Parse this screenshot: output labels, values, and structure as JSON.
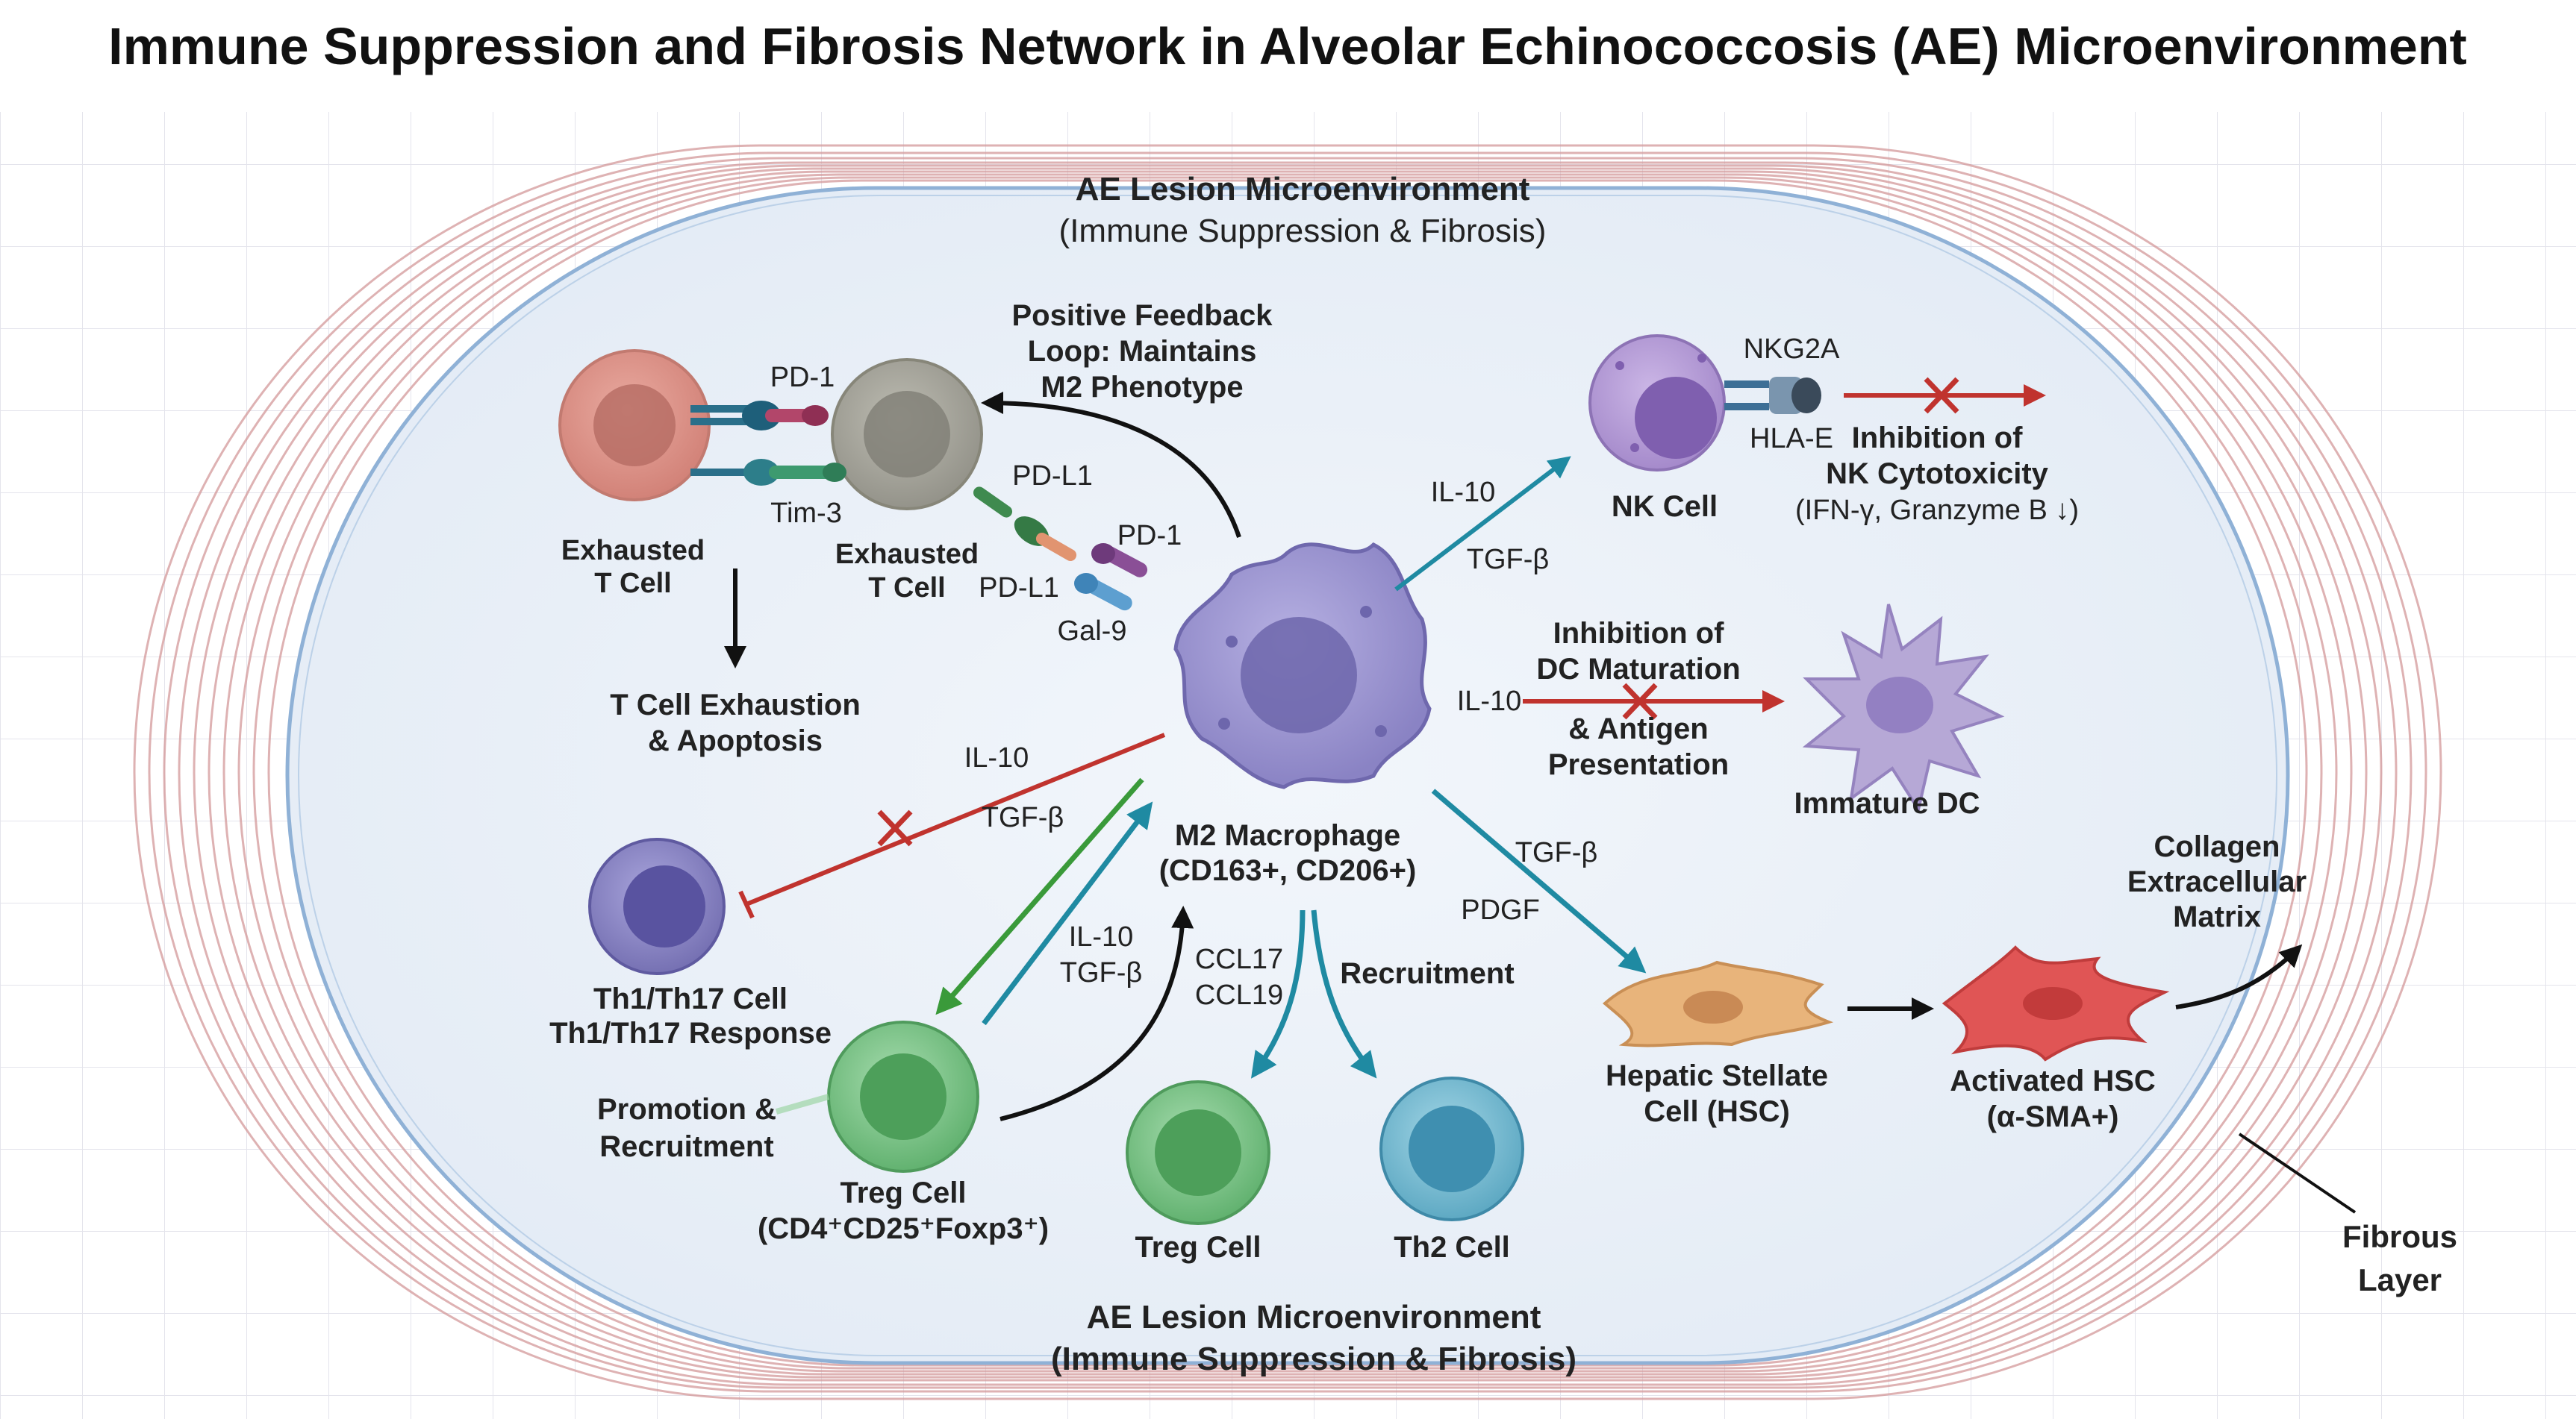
{
  "title": "Immune Suppression and Fibrosis Network in Alveolar Echinococcosis (AE) Microenvironment",
  "region_header": {
    "line1": "AE Lesion Microenvironment",
    "line2": "(Immune Suppression & Fibrosis)"
  },
  "region_footer": {
    "line1": "AE Lesion Microenvironment",
    "line2": "(Immune Suppression & Fibrosis)"
  },
  "feedback": {
    "line1": "Positive Feedback",
    "line2": "Loop: Maintains",
    "line3": "M2 Phenotype"
  },
  "macrophage": {
    "line1": "M2 Macrophage",
    "line2": "(CD163+, CD206+)"
  },
  "exhausted_t1": {
    "line1": "Exhausted",
    "line2": "T Cell"
  },
  "exhausted_t2": {
    "line1": "Exhausted",
    "line2": "T Cell"
  },
  "t_exhaustion": {
    "line1": "T Cell Exhaustion",
    "line2": "& Apoptosis"
  },
  "receptors": {
    "pd1_top": "PD-1",
    "tim3": "Tim-3",
    "pdl1_a": "PD-L1",
    "pd1_mac": "PD-1",
    "pdl1_b": "PD-L1",
    "gal9": "Gal-9"
  },
  "nk": {
    "cell": "NK Cell",
    "nkg2a": "NKG2A",
    "hlae": "HLA-E",
    "inhib1": "Inhibition of",
    "inhib2": "NK Cytotoxicity",
    "inhib3": "(IFN-γ, Granzyme B ↓)",
    "il10": "IL-10",
    "tgfb": "TGF-β"
  },
  "dc": {
    "cell": "Immature DC",
    "il10": "IL-10",
    "inhib1": "Inhibition of",
    "inhib2": "DC Maturation",
    "inhib3": "& Antigen",
    "inhib4": "Presentation"
  },
  "th1": {
    "line1": "Th1/Th17 Cell",
    "line2": "Th1/Th17 Response",
    "il10": "IL-10",
    "tgfb": "TGF-β"
  },
  "treg_main": {
    "line1": "Treg Cell",
    "line2": "(CD4⁺CD25⁺Foxp3⁺)",
    "promo1": "Promotion &",
    "promo2": "Recruitment",
    "il10": "IL-10",
    "tgfb": "TGF-β"
  },
  "recruitment": {
    "ccl17": "CCL17",
    "ccl19": "CCL19",
    "label": "Recruitment",
    "treg": "Treg Cell",
    "th2": "Th2 Cell"
  },
  "fibrosis": {
    "tgfb": "TGF-β",
    "pdgf": "PDGF",
    "hsc1": "Hepatic Stellate",
    "hsc2": "Cell (HSC)",
    "ahsc1": "Activated HSC",
    "ahsc2": "(α-SMA+)",
    "col1": "Collagen",
    "col2": "Extracellular",
    "col3": "Matrix",
    "fib1": "Fibrous",
    "fib2": "Layer"
  },
  "colors": {
    "exhausted_t1": "#d88f84",
    "exhausted_t2": "#9c9b90",
    "macrophage": "#8f88c8",
    "nk": "#a98ccc",
    "dc": "#b6a8d6",
    "th1": "#7c77b7",
    "treg": "#6fbd7c",
    "th2": "#68b2cc",
    "teal_arrow": "#1f8aa2",
    "red_arrow": "#c0332e",
    "green_arrow": "#3a9a3a",
    "hsc": "#e8b47b",
    "ahsc": "#e05555"
  }
}
